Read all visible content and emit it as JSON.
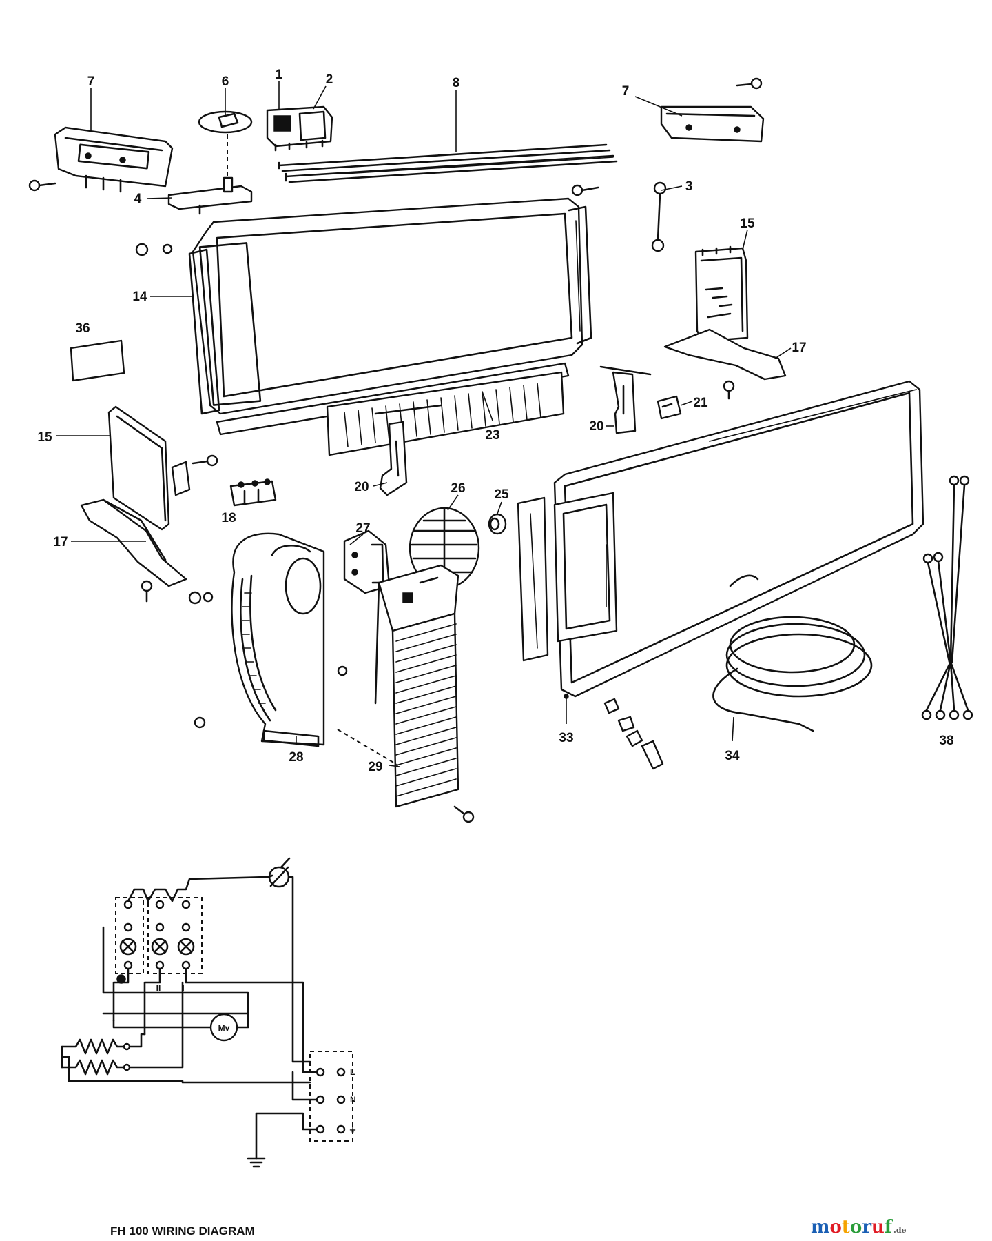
{
  "diagram": {
    "part_labels": [
      {
        "id": "p7a",
        "text": "7"
      },
      {
        "id": "p6",
        "text": "6"
      },
      {
        "id": "p1",
        "text": "1"
      },
      {
        "id": "p2",
        "text": "2"
      },
      {
        "id": "p8",
        "text": "8"
      },
      {
        "id": "p7b",
        "text": "7"
      },
      {
        "id": "p3",
        "text": "3"
      },
      {
        "id": "p4",
        "text": "4"
      },
      {
        "id": "p15a",
        "text": "15"
      },
      {
        "id": "p14",
        "text": "14"
      },
      {
        "id": "p36",
        "text": "36"
      },
      {
        "id": "p17a",
        "text": "17"
      },
      {
        "id": "p21",
        "text": "21"
      },
      {
        "id": "p20a",
        "text": "20"
      },
      {
        "id": "p23",
        "text": "23"
      },
      {
        "id": "p15b",
        "text": "15"
      },
      {
        "id": "p20b",
        "text": "20"
      },
      {
        "id": "p26",
        "text": "26"
      },
      {
        "id": "p25",
        "text": "25"
      },
      {
        "id": "p18",
        "text": "18"
      },
      {
        "id": "p17b",
        "text": "17"
      },
      {
        "id": "p27",
        "text": "27"
      },
      {
        "id": "p28",
        "text": "28"
      },
      {
        "id": "p29",
        "text": "29"
      },
      {
        "id": "p33",
        "text": "33"
      },
      {
        "id": "p34",
        "text": "34"
      },
      {
        "id": "p38",
        "text": "38"
      }
    ],
    "wiring": {
      "caption": "FH 100 WIRING DIAGRAM",
      "motor_label": "Mv",
      "switch_marks": [
        "II",
        "I"
      ],
      "terminal_labels": [
        "L",
        "N",
        "⏚"
      ]
    }
  },
  "watermark": {
    "brand": "motoruf",
    "suffix": ".de",
    "colors": [
      "#1a5fb4",
      "#e01b24",
      "#f5a300",
      "#2a9d3a",
      "#1a5fb4",
      "#e01b24",
      "#2a9d3a"
    ]
  }
}
